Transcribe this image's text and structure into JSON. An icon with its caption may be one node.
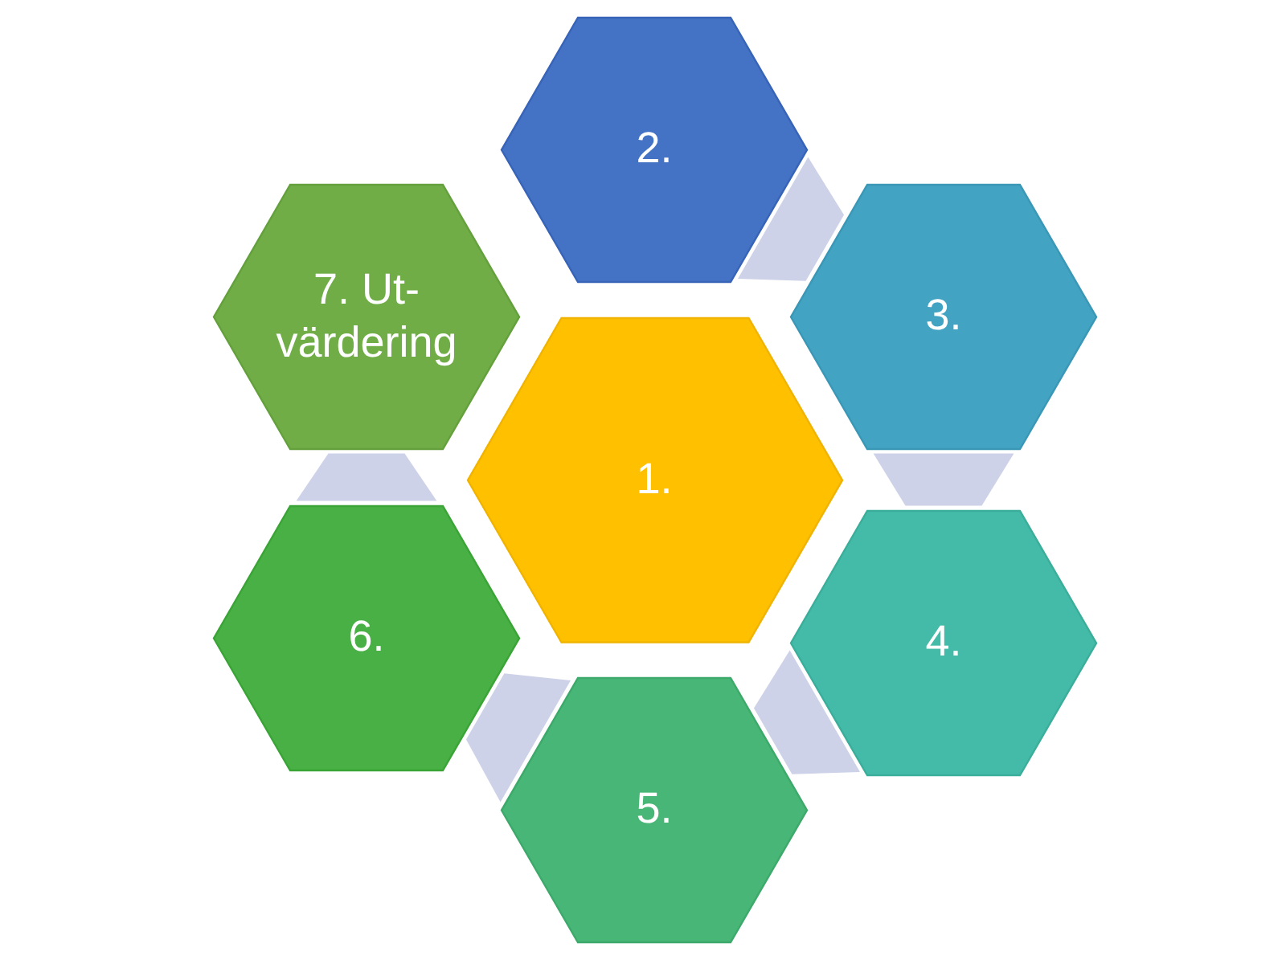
{
  "diagram": {
    "nodes": [
      {
        "text": [
          "1."
        ]
      },
      {
        "text": [
          "2."
        ]
      },
      {
        "text": [
          "3."
        ]
      },
      {
        "text": [
          "4."
        ]
      },
      {
        "text": [
          "5."
        ]
      },
      {
        "text": [
          "6."
        ]
      },
      {
        "text": [
          "7. Ut- värdering"
        ]
      }
    ],
    "edges": [
      {
        "from": 1,
        "to": 2,
        "arrow": "none"
      },
      {
        "from": 2,
        "to": 3,
        "arrow": "none"
      },
      {
        "from": 3,
        "to": 4,
        "arrow": "none"
      },
      {
        "from": 4,
        "to": 5,
        "arrow": "none"
      },
      {
        "from": 5,
        "to": 6,
        "arrow": "none"
      }
    ]
  }
}
